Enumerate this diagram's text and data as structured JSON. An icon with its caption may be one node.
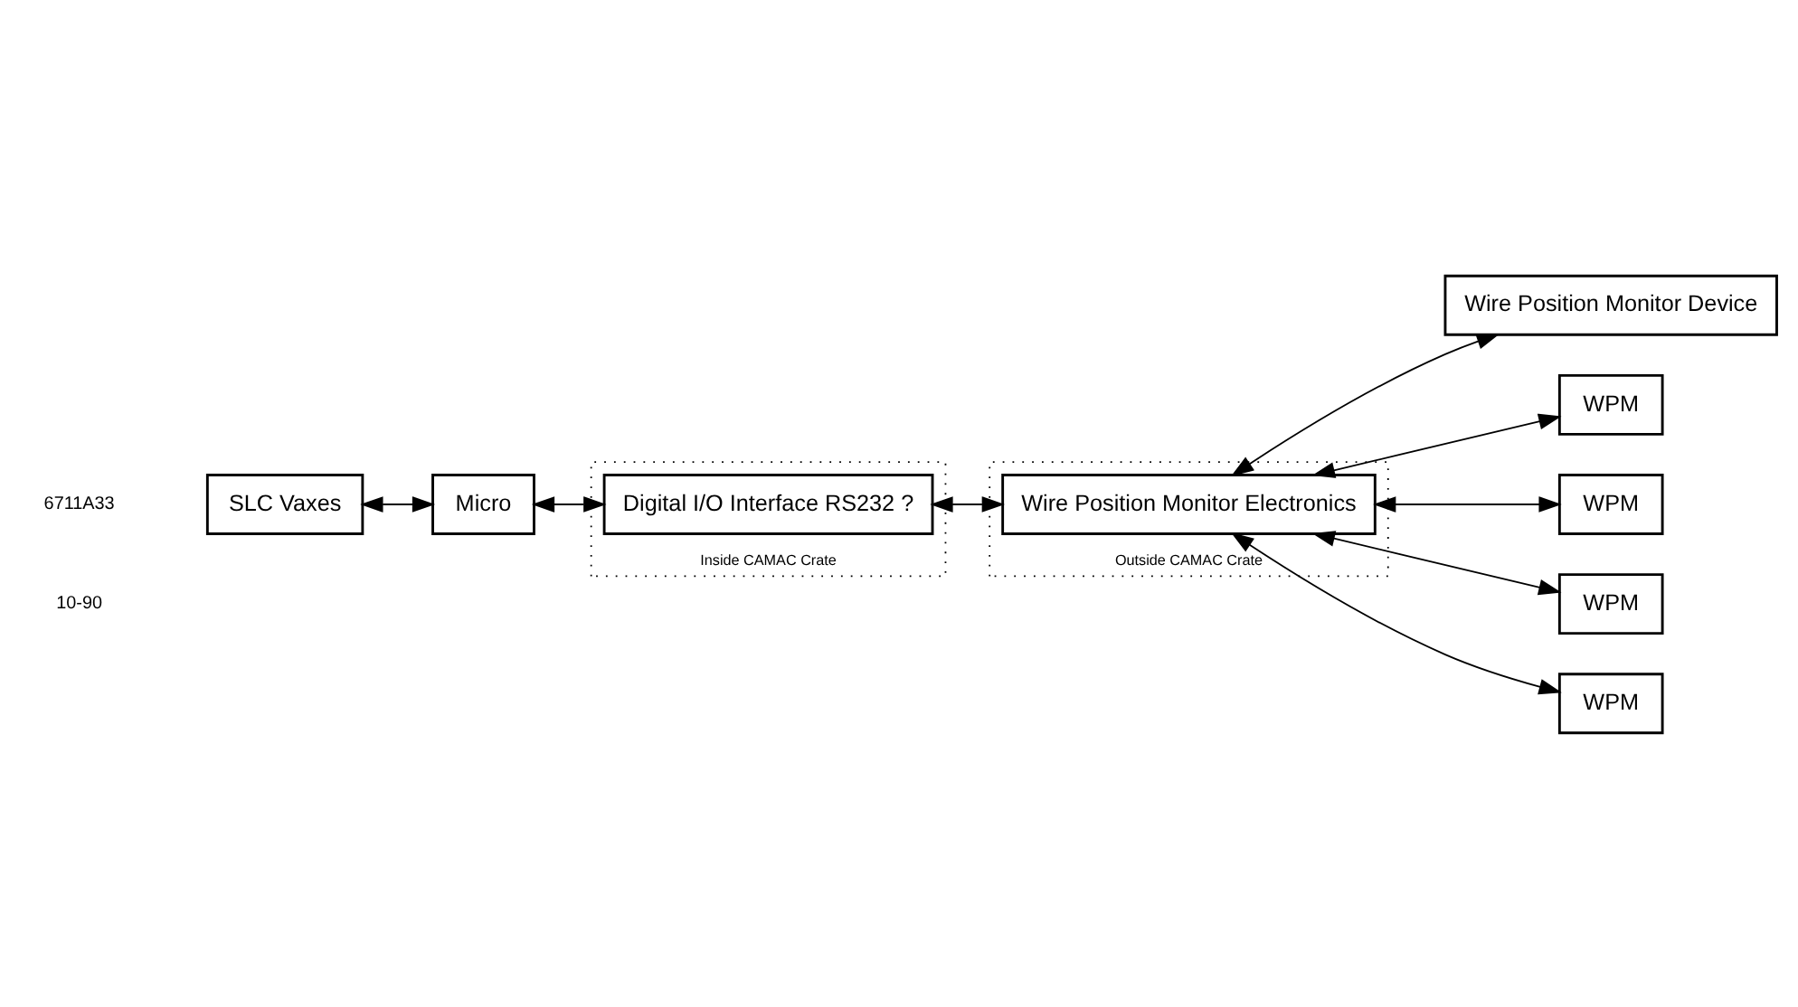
{
  "diagram": {
    "nodes": [
      {
        "text": [
          "Inside CAMAC Crate"
        ]
      },
      {
        "text": [
          "Outside CAMAC Crate"
        ]
      },
      {
        "text": [
          "SLC Vaxes"
        ]
      },
      {
        "text": [
          "Micro"
        ]
      },
      {
        "text": [
          "Digital I/O Interface RS232 ?"
        ],
        "in": 0
      },
      {
        "text": [
          "Wire Position Monitor Electronics"
        ],
        "in": 1
      },
      {
        "text": [
          "Wire Position Monitor Device"
        ]
      },
      {
        "text": [
          "WPM"
        ]
      },
      {
        "text": [
          "WPM"
        ]
      },
      {
        "text": [
          "WPM"
        ]
      },
      {
        "text": [
          "WPM"
        ]
      }
    ],
    "edges": [
      {
        "from": 2,
        "to": 3,
        "arrow": "both"
      },
      {
        "from": 3,
        "to": 4,
        "arrow": "both"
      },
      {
        "from": 4,
        "to": 5,
        "arrow": "both"
      },
      {
        "from": 5,
        "to": 6,
        "arrow": "both"
      },
      {
        "from": 5,
        "to": 7,
        "arrow": "both"
      },
      {
        "from": 5,
        "to": 8,
        "arrow": "both"
      },
      {
        "from": 5,
        "to": 9,
        "arrow": "both"
      },
      {
        "from": 5,
        "to": 10,
        "arrow": "both"
      }
    ],
    "labels": [
      "6711A33",
      "10-90"
    ]
  }
}
